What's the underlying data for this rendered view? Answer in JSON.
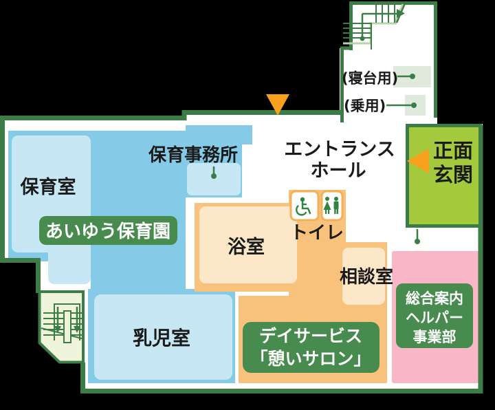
{
  "colors": {
    "background": "#000000",
    "wall": "#3c7c46",
    "floor": "#ffffff",
    "nursery_zone": "#85cbe8",
    "nursery_room": "#c8e7f5",
    "care_zone": "#f9c27c",
    "care_room": "#fce8c9",
    "helper_zone": "#f9b6c6",
    "entrance_box": "#a4c93d",
    "label_green": "#478b4e",
    "stair_area": "#eef3d9",
    "elevator_box": "#dfe9dc",
    "arrow_orange": "#f7a11f",
    "icon_green": "#2e8540",
    "icon_box_border": "#f3b059"
  },
  "rooms": {
    "nursery_room": "保育室",
    "nursery_office": "保育事務所",
    "infant_room": "乳児室",
    "bath_room": "浴室",
    "toilet": "トイレ",
    "consult_room": "相談室",
    "entrance_hall": [
      "エントランス",
      "ホール"
    ],
    "main_entrance": [
      "正面",
      "玄関"
    ]
  },
  "labels": {
    "nursery_school": "あいゆう保育園",
    "day_service": [
      "デイサービス",
      "「憩いサロン」"
    ],
    "helper_division": [
      "総合案内",
      "ヘルパー",
      "事業部"
    ]
  },
  "elevators": {
    "stretcher": "(寝台用)",
    "passenger": "(乗用)"
  },
  "icons": {
    "wheelchair": "wheelchair-icon",
    "restroom": "restroom-icon",
    "entrance_arrow": "left-arrow-icon",
    "top_arrow": "down-arrow-icon"
  }
}
